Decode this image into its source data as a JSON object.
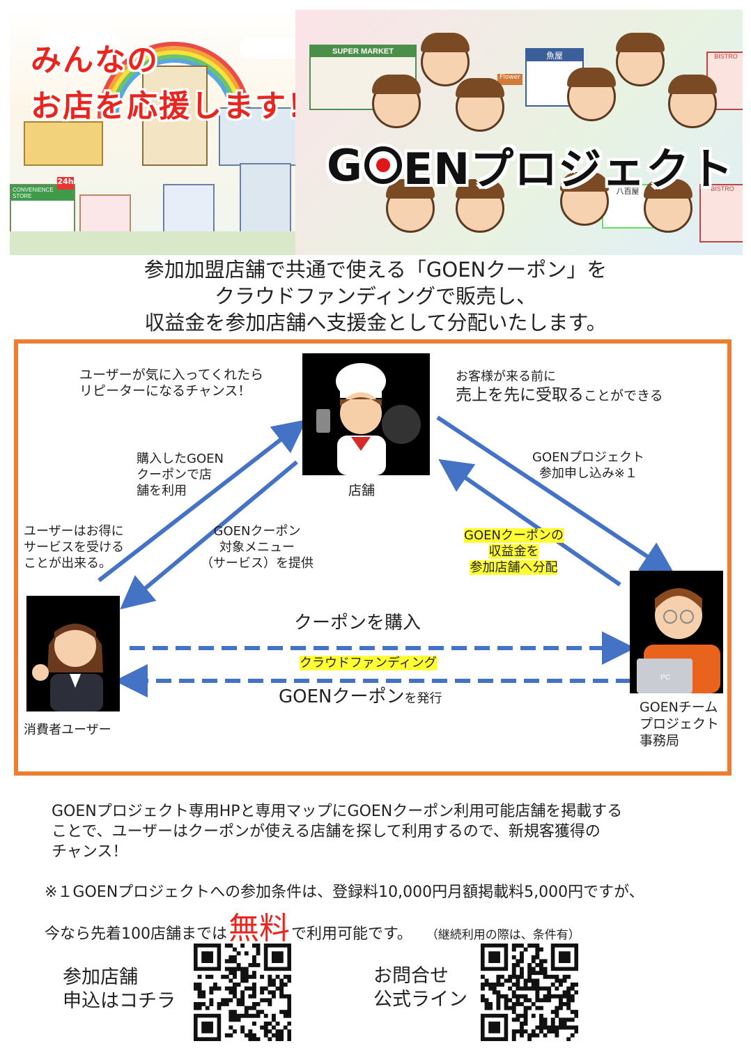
{
  "banner": {
    "title_line1": "みんなの",
    "title_line2": "お店を応援します！",
    "logo_g": "G",
    "logo_rest": "ENプロジェクト",
    "sign_supermarket": "SUPER MARKET",
    "sign_fish": "魚屋",
    "sign_flower": "Flower",
    "sign_bistro": "BISTRO",
    "sign_convenience": "CONVENIENCE STORE",
    "sign_24h": "24h",
    "sign_yaoya": "八百屋",
    "sign_pc": "PC"
  },
  "intro": {
    "line1": "参加加盟店舗で共通で使える「GOENクーポン」を",
    "line2": "クラウドファンディングで販売し、",
    "line3": "収益金を参加店舗へ支援金として分配いたします。"
  },
  "diagram": {
    "top_left_line1": "ユーザーが気に入ってくれたら",
    "top_left_line2": "リピーターになるチャンス！",
    "top_right_line1": "お客様が来る前に",
    "top_right_line2a": "売上を先に受取る",
    "top_right_line2b": "ことができる",
    "purchase_line1": "購入したGOEN",
    "purchase_line2": "クーポンで店",
    "purchase_line3": "舗を利用",
    "store_caption": "店舗",
    "apply_line1": "GOENプロジェクト",
    "apply_line2": "参加申し込み※１",
    "user_benefit_line1": "ユーザーはお得に",
    "user_benefit_line2": "サービスを受ける",
    "user_benefit_line3": "ことが出来る。",
    "menu_line1": "GOENクーポン",
    "menu_line2": "対象メニュー",
    "menu_line3": "（サービス）を提供",
    "distribute_line1": "GOENクーポンの",
    "distribute_line2": "収益金を",
    "distribute_line3": "参加店舗へ分配",
    "buy_coupon": "クーポンを購入",
    "crowdfunding": "クラウドファンディング",
    "issue_big": "GOENクーポン",
    "issue_small": "を発行",
    "consumer_caption": "消費者ユーザー",
    "team_line1": "GOENチーム",
    "team_line2": "プロジェクト",
    "team_line3": "事務局",
    "colors": {
      "border": "#ed7d31",
      "arrow": "#4472c4",
      "highlight": "#ffff33"
    }
  },
  "info": {
    "line1": "GOENプロジェクト専用HPと専用マップにGOENクーポン利用可能店舗を掲載する",
    "line2": "ことで、ユーザーはクーポンが使える店舗を探して利用するので、新規客獲得の",
    "line3": "チャンス！"
  },
  "notes": {
    "line1": "※１GOENプロジェクトへの参加条件は、登録料10,000円月額掲載料5,000円ですが、",
    "line2_before": "今なら先着100店舗までは",
    "free": "無料",
    "line2_after": "で利用可能です。",
    "line2_paren": "（継続利用の際は、条件有）"
  },
  "qr": {
    "apply_line1": "参加店舗",
    "apply_line2": "申込はコチラ",
    "contact_line1": "お問合せ",
    "contact_line2": "公式ライン"
  }
}
